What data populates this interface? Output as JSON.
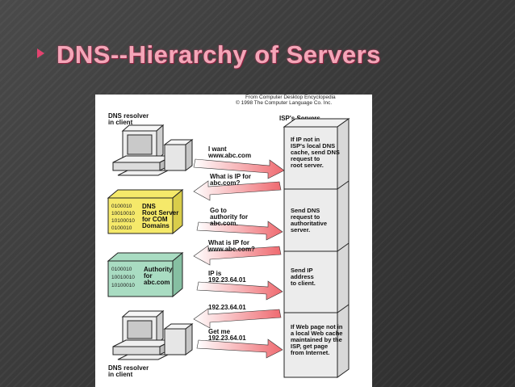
{
  "slide": {
    "title": "DNS--Hierarchy of Servers",
    "accent_color": "#e3436f",
    "title_color": "#f4a6b8"
  },
  "figure": {
    "source_credit": [
      "From Computer Desktop Encyclopedia",
      "© 1998 The Computer Language Co. Inc."
    ],
    "client_top_label": [
      "DNS resolver",
      "in client"
    ],
    "client_bottom_label": [
      "DNS resolver",
      "in client"
    ],
    "isp_label": "ISP's Servers",
    "root_server": {
      "label": [
        "DNS",
        "Root Server",
        "for COM",
        "Domains"
      ],
      "bits": [
        "0100010",
        "10010010",
        "10100010",
        "0100010"
      ],
      "color": "#f5e96a"
    },
    "authority_server": {
      "label": [
        "Authority",
        "for",
        "abc.com"
      ],
      "bits": [
        "0100010",
        "10010010",
        "10100010"
      ],
      "color": "#a9dcc2"
    },
    "messages": [
      {
        "name": "msg-i-want",
        "lines": [
          "I want",
          "www.abc.com"
        ]
      },
      {
        "name": "msg-what-is-ip-1",
        "lines": [
          "What is IP for",
          "abc.com?"
        ]
      },
      {
        "name": "msg-go-to-authority",
        "lines": [
          "Go to",
          "authority for",
          "abc.com."
        ]
      },
      {
        "name": "msg-what-is-ip-2",
        "lines": [
          "What is IP for",
          "www.abc.com?"
        ]
      },
      {
        "name": "msg-ip-is",
        "lines": [
          "IP is",
          "192.23.64.01"
        ]
      },
      {
        "name": "msg-ip-reply",
        "lines": [
          "192.23.64.01"
        ]
      },
      {
        "name": "msg-get-me",
        "lines": [
          "Get me",
          "192.23.64.01"
        ]
      }
    ],
    "tower_sections": [
      {
        "name": "tower-text-cache",
        "lines": [
          "If IP not in",
          "ISP's local DNS",
          "cache, send DNS",
          "request to",
          "root server."
        ]
      },
      {
        "name": "tower-text-send-dns",
        "lines": [
          "Send DNS",
          "request to",
          "authoritative",
          "server."
        ]
      },
      {
        "name": "tower-text-send-ip",
        "lines": [
          "Send IP",
          "address",
          "to client."
        ]
      },
      {
        "name": "tower-text-web-cache",
        "lines": [
          "If Web page not in",
          "a local Web cache",
          "maintained by the",
          "ISP, get page",
          "from Internet."
        ]
      }
    ]
  }
}
